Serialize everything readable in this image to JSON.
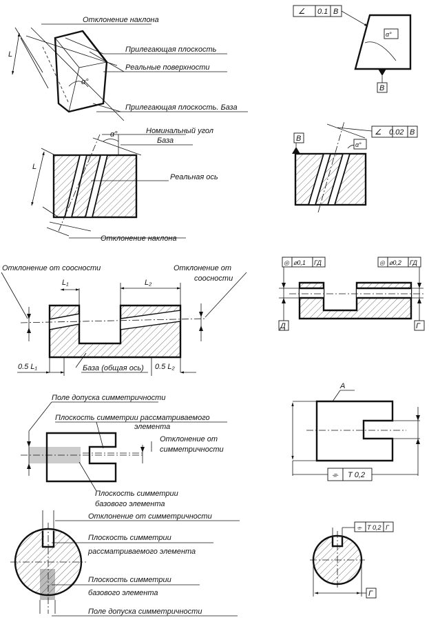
{
  "fig1": {
    "slope_deviation": "Отклонение наклона",
    "adjacent_plane": "Прилегающая плоскость",
    "real_surfaces": "Реальные поверхности",
    "adjacent_plane_base": "Прилегающая плоскость. База",
    "dim_L": "L",
    "angle": "α°"
  },
  "fig1r": {
    "symbol": "∠",
    "tolerance": "0.1",
    "datum": "B",
    "angle": "α°",
    "datum_label": "B"
  },
  "fig2": {
    "nominal_angle": "Номинальный угол",
    "base": "База",
    "real_axis": "Реальная ось",
    "slope_deviation": "Отклонение наклона",
    "dim_L": "L",
    "angle": "α°"
  },
  "fig2r": {
    "datum_label": "B",
    "symbol": "∠",
    "tolerance": "0.02",
    "datum": "B",
    "angle": "α°"
  },
  "fig3": {
    "coax_left": "Отклонение от соосности",
    "coax_right_1": "Отклонение от",
    "coax_right_2": "соосности",
    "L1": "L₁",
    "L2": "L₂",
    "half_L1": "0.5 L₁",
    "half_L2": "0.5 L₂",
    "base_axis": "База (общая ось)"
  },
  "fig3r": {
    "frame1_symbol": "◎",
    "frame1_tol": "⌀0,1",
    "frame1_datum": "ГД",
    "frame2_symbol": "◎",
    "frame2_tol": "⌀0,2",
    "frame2_datum": "ГД",
    "datum_d": "Д",
    "datum_g": "Г"
  },
  "fig4": {
    "sym_field": "Поле допуска симметричности",
    "sym_plane_1": "Плоскость симметрии рассматриваемого",
    "sym_plane_2": "элемента",
    "sym_dev_1": "Отклонение от",
    "sym_dev_2": "симметричности",
    "base_plane_1": "Плоскость симметрии",
    "base_plane_2": "базового элемента"
  },
  "fig4r": {
    "label_a": "A",
    "symbol": "⌯",
    "tolerance": "T 0,2"
  },
  "fig5": {
    "sym_dev": "Отклонение от симметричности",
    "plane_1": "Плоскость симметрии",
    "plane_2": "рассматриваемого элемента",
    "base_1": "Плоскость симметрии",
    "base_2": "базового элемента",
    "field": "Поле допуска симметричности"
  },
  "fig5r": {
    "symbol": "⌯",
    "tolerance": "T 0,2",
    "datum": "Г",
    "datum_label": "Г"
  }
}
